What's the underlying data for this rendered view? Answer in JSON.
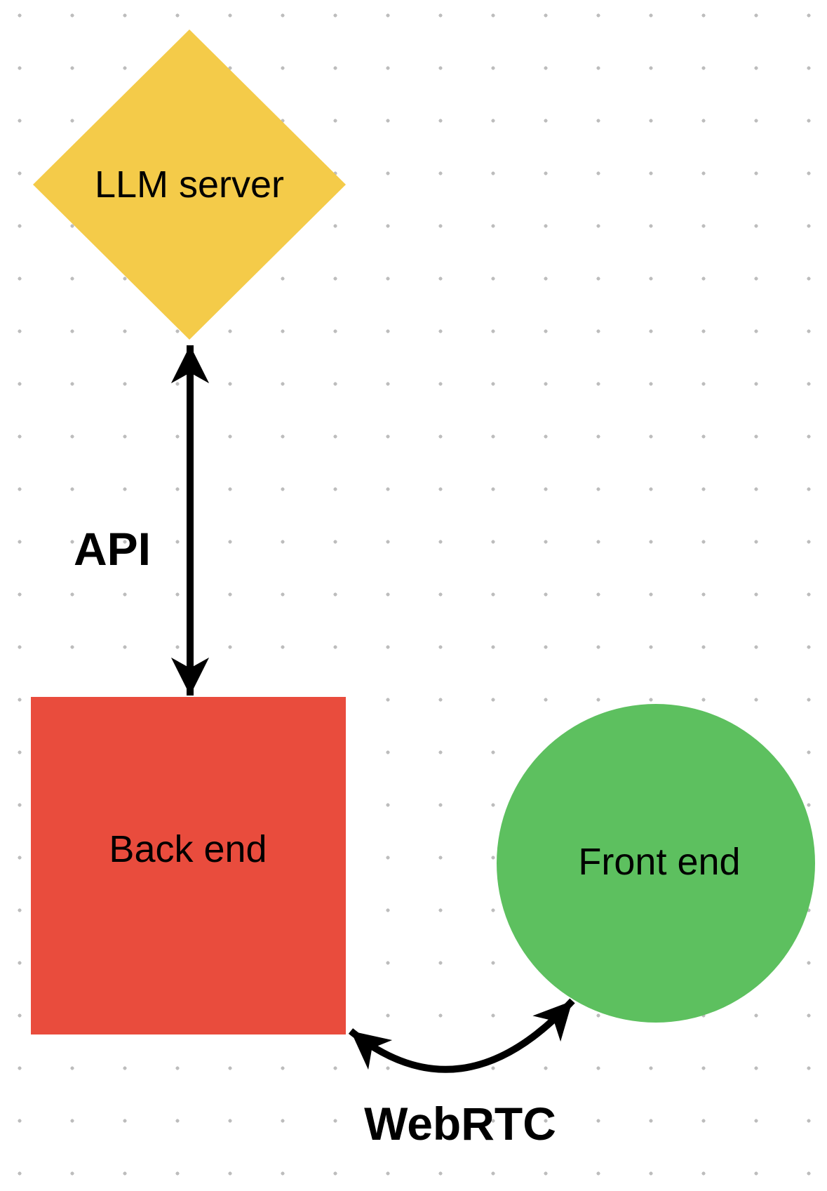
{
  "canvas": {
    "background_color": "#FFFFFF",
    "grid_dot_color": "#BDBDBD",
    "arrow_color": "#000000",
    "text_color": "#000000"
  },
  "diagram": {
    "nodes": [
      {
        "id": "llm-server",
        "shape": "diamond",
        "label": "LLM server",
        "fill": "#F4CB49"
      },
      {
        "id": "back-end",
        "shape": "square",
        "label": "Back end",
        "fill": "#E94C3D"
      },
      {
        "id": "front-end",
        "shape": "circle",
        "label": "Front end",
        "fill": "#5DC05F"
      }
    ],
    "connectors": [
      {
        "id": "api",
        "label": "API",
        "style": "straight-double-arrow",
        "color": "#000000"
      },
      {
        "id": "webrtc",
        "label": "WebRTC",
        "style": "curved-double-arrow",
        "color": "#000000"
      }
    ]
  }
}
